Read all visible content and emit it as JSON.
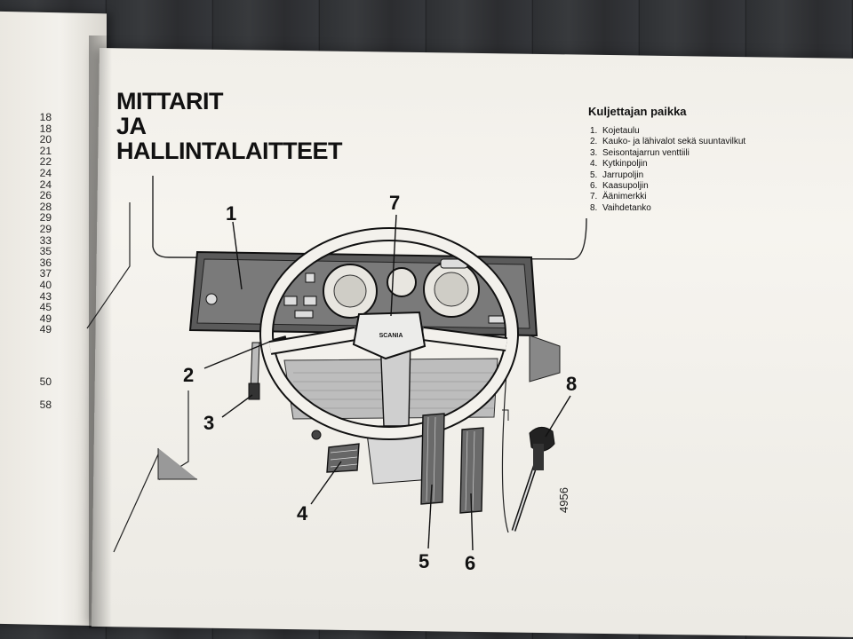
{
  "left_page": {
    "page_numbers": [
      "18",
      "18",
      "20",
      "21",
      "22",
      "24",
      "24",
      "26",
      "28",
      "29",
      "29",
      "33",
      "35",
      "36",
      "37",
      "40",
      "43",
      "45",
      "49",
      "49"
    ],
    "page_numbers_lower": [
      "50",
      "58"
    ]
  },
  "title_lines": [
    "MITTARIT",
    "JA",
    "HALLINTALAITTEET"
  ],
  "legend": {
    "title": "Kuljettajan paikka",
    "items": [
      {
        "num": "1.",
        "text": "Kojetaulu"
      },
      {
        "num": "2.",
        "text": "Kauko- ja lähivalot sekä suuntavilkut"
      },
      {
        "num": "3.",
        "text": "Seisontajarrun venttiili"
      },
      {
        "num": "4.",
        "text": "Kytkinpoljin"
      },
      {
        "num": "5.",
        "text": "Jarrupoljin"
      },
      {
        "num": "6.",
        "text": "Kaasupoljin"
      },
      {
        "num": "7.",
        "text": "Äänimerkki"
      },
      {
        "num": "8.",
        "text": "Vaihdetanko"
      }
    ]
  },
  "callouts": {
    "c1": "1",
    "c2": "2",
    "c3": "3",
    "c4": "4",
    "c5": "5",
    "c6": "6",
    "c7": "7",
    "c8": "8"
  },
  "diagram": {
    "horn_logo": "SCANIA",
    "drawing_number": "4956"
  }
}
